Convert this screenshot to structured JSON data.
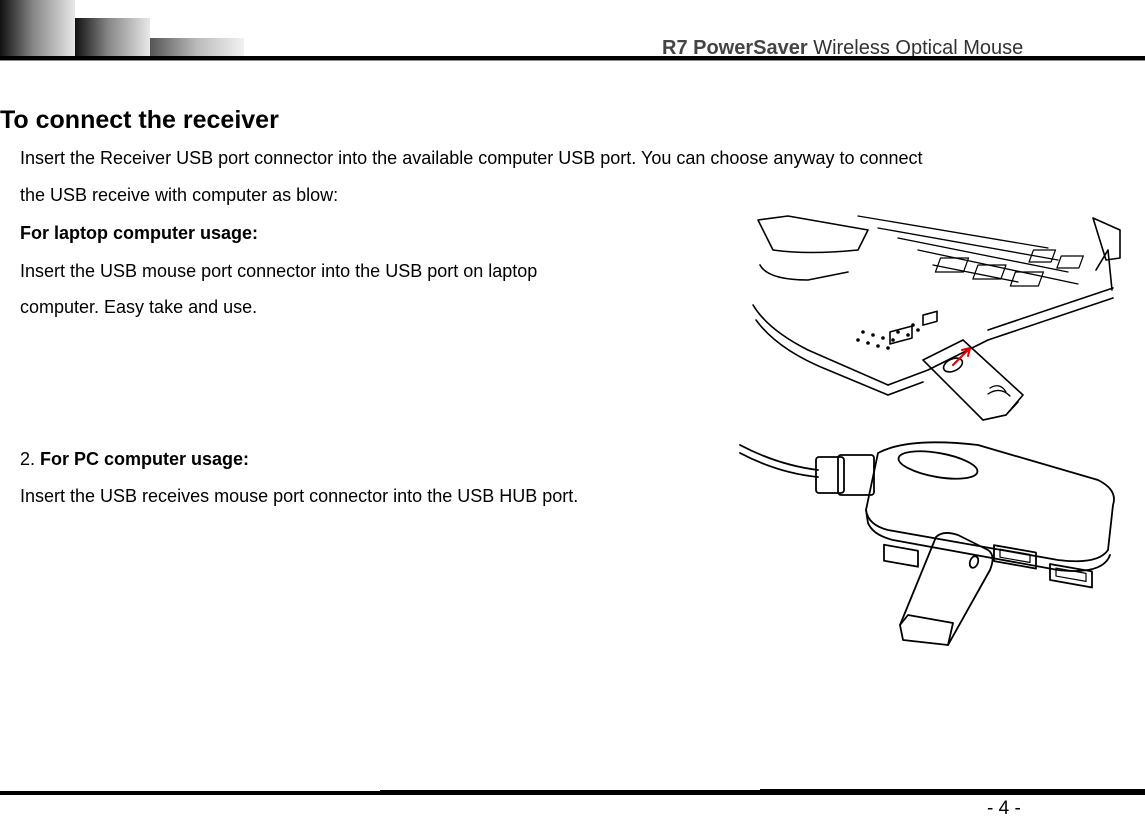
{
  "header": {
    "brand": "R7 PowerSaver",
    "title_rest": " Wireless Optical Mouse"
  },
  "section": {
    "heading": "To connect the receiver",
    "intro_line1": "Insert the Receiver USB port connector into the available computer USB port. You can choose anyway to connect",
    "intro_line2": "the USB receive with computer as blow:"
  },
  "laptop": {
    "heading": "For laptop computer usage:",
    "line1": "Insert the USB mouse port connector into the USB port on laptop",
    "line2": "computer. Easy take and use."
  },
  "pc": {
    "number": "2. ",
    "heading": "For PC computer usage:",
    "line1": "Insert the USB receives mouse port connector into the USB HUB port."
  },
  "footer": {
    "page_number": "- 4 -"
  }
}
